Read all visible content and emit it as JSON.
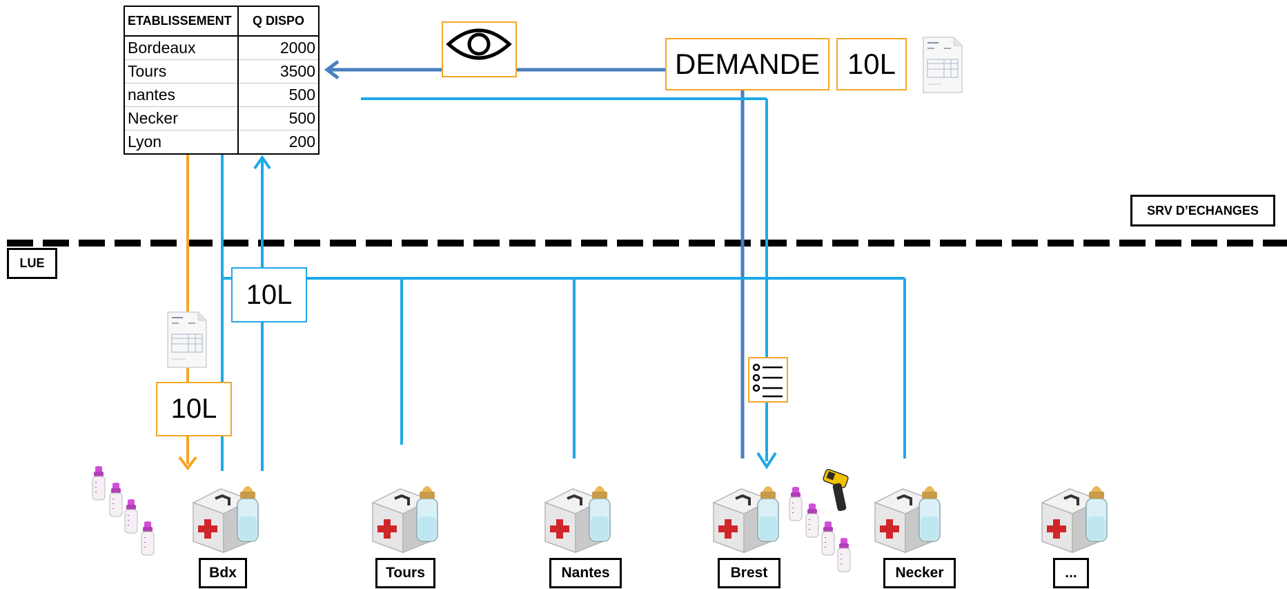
{
  "table": {
    "headers": [
      "ETABLISSEMENT",
      "Q DISPO"
    ],
    "rows": [
      {
        "etablissement": "Bordeaux",
        "qdispo": "2000"
      },
      {
        "etablissement": "Tours",
        "qdispo": "3500"
      },
      {
        "etablissement": "nantes",
        "qdispo": "500"
      },
      {
        "etablissement": "Necker",
        "qdispo": "500"
      },
      {
        "etablissement": "Lyon",
        "qdispo": "200"
      }
    ]
  },
  "request": {
    "label": "DEMANDE",
    "quantity": "10L"
  },
  "transfer_quantity": "10L",
  "bdx_quantity": "10L",
  "zones": {
    "server": "SRV D’ECHANGES",
    "local": "LUE"
  },
  "sites": [
    "Bdx",
    "Tours",
    "Nantes",
    "Brest",
    "Necker",
    "..."
  ],
  "icons": {
    "view": "eye-icon",
    "document": "invoice-document-icon",
    "checklist": "checklist-icon",
    "site": "medical-kit-with-bottle-icon",
    "bottles": "baby-bottle-icon",
    "scanner": "barcode-scanner-icon"
  },
  "colors": {
    "flow_orange": "#f5a623",
    "flow_light_blue": "#1da8e8",
    "flow_dark_blue": "#4a7fc0",
    "boundary": "#000000"
  }
}
